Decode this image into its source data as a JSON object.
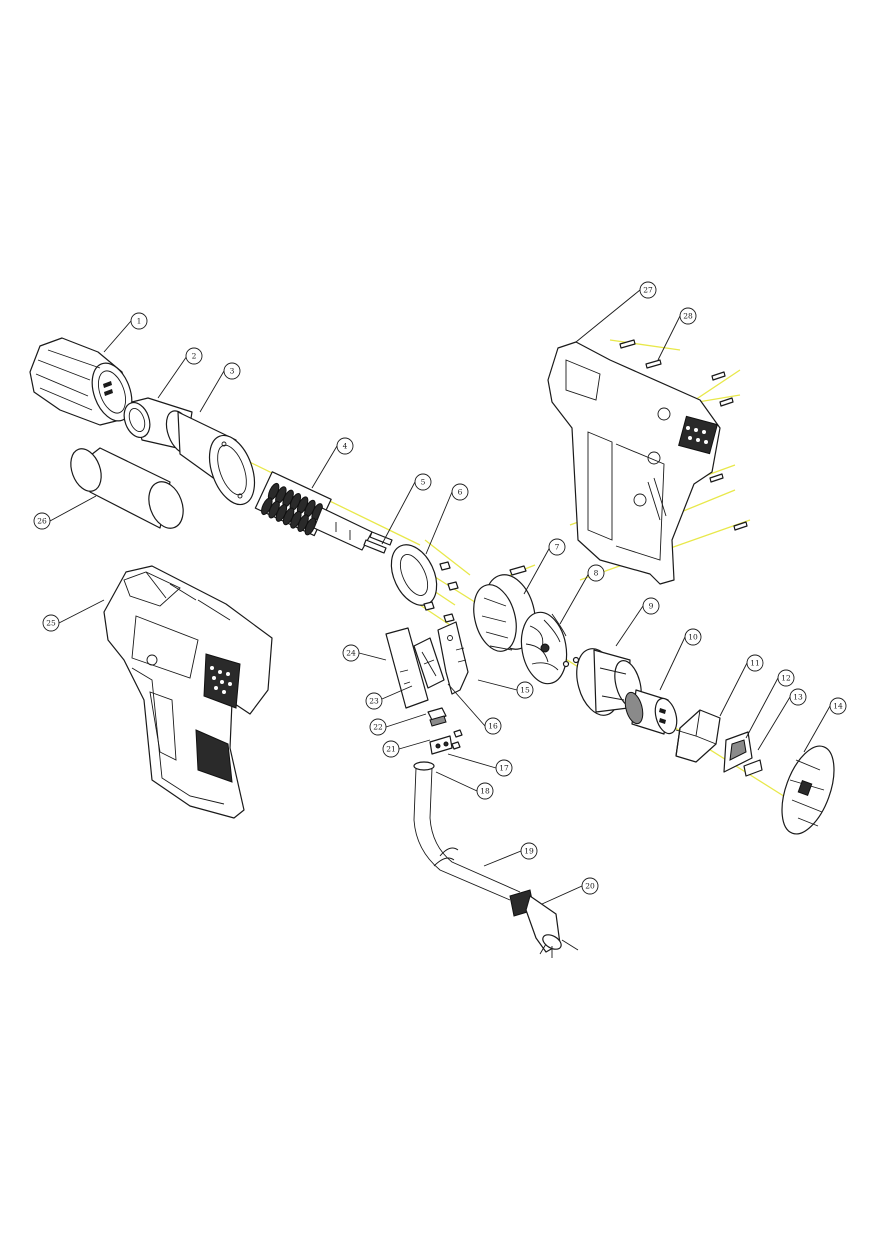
{
  "callouts": [
    {
      "id": "callout-1",
      "text": "1"
    },
    {
      "id": "callout-2",
      "text": "2"
    },
    {
      "id": "callout-3",
      "text": "3"
    },
    {
      "id": "callout-4",
      "text": "4"
    },
    {
      "id": "callout-5",
      "text": "5"
    },
    {
      "id": "callout-6",
      "text": "6"
    },
    {
      "id": "callout-7",
      "text": "7"
    },
    {
      "id": "callout-8",
      "text": "8"
    },
    {
      "id": "callout-9",
      "text": "9"
    },
    {
      "id": "callout-10",
      "text": "10"
    },
    {
      "id": "callout-11",
      "text": "11"
    },
    {
      "id": "callout-12",
      "text": "12"
    },
    {
      "id": "callout-13",
      "text": "13"
    },
    {
      "id": "callout-14",
      "text": "14"
    },
    {
      "id": "callout-15",
      "text": "15"
    },
    {
      "id": "callout-16",
      "text": "16"
    },
    {
      "id": "callout-17",
      "text": "17"
    },
    {
      "id": "callout-18",
      "text": "18"
    },
    {
      "id": "callout-19",
      "text": "19"
    },
    {
      "id": "callout-20",
      "text": "20"
    },
    {
      "id": "callout-21",
      "text": "21"
    },
    {
      "id": "callout-22",
      "text": "22"
    },
    {
      "id": "callout-23",
      "text": "23"
    },
    {
      "id": "callout-24",
      "text": "24"
    },
    {
      "id": "callout-25",
      "text": "25"
    },
    {
      "id": "callout-26",
      "text": "26"
    },
    {
      "id": "callout-27",
      "text": "27"
    },
    {
      "id": "callout-28",
      "text": "28"
    }
  ],
  "colors": {
    "assembly_axis": "#e8e84a",
    "line": "#1a1a1a",
    "background": "#ffffff"
  }
}
